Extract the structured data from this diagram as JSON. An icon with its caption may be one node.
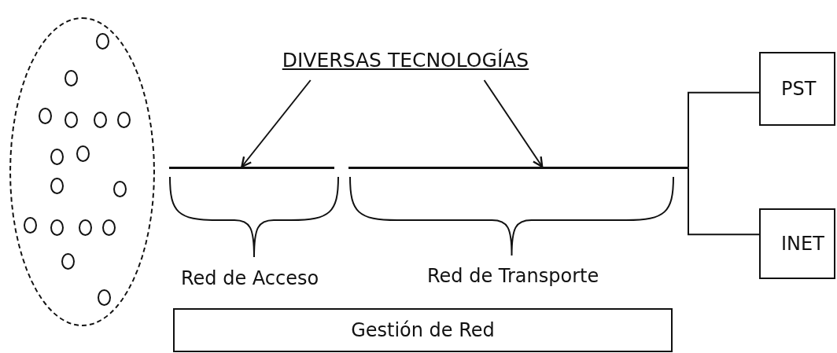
{
  "diagram": {
    "nodes": [
      {
        "text": [],
        "shape": "ellipse"
      },
      {
        "text": [],
        "shape": "circle",
        "in": 0
      },
      {
        "text": [],
        "shape": "circle",
        "in": 0
      },
      {
        "text": [],
        "shape": "circle",
        "in": 0
      },
      {
        "text": [],
        "shape": "circle",
        "in": 0
      },
      {
        "text": [],
        "shape": "circle",
        "in": 0
      },
      {
        "text": [],
        "shape": "circle",
        "in": 0
      },
      {
        "text": [],
        "shape": "circle",
        "in": 0
      },
      {
        "text": [],
        "shape": "circle",
        "in": 0
      },
      {
        "text": [],
        "shape": "circle",
        "in": 0
      },
      {
        "text": [],
        "shape": "circle",
        "in": 0
      },
      {
        "text": [],
        "shape": "circle",
        "in": 0
      },
      {
        "text": [],
        "shape": "circle",
        "in": 0
      },
      {
        "text": [],
        "shape": "circle",
        "in": 0
      },
      {
        "text": [],
        "shape": "circle",
        "in": 0
      },
      {
        "text": [],
        "shape": "circle",
        "in": 0
      },
      {
        "text": [],
        "shape": "circle",
        "in": 0
      },
      {
        "text": [
          "DIVERSAS TECNOLOGÍAS"
        ]
      },
      {
        "text": [
          "PST"
        ]
      },
      {
        "text": [],
        "shape": "line"
      },
      {
        "text": [],
        "shape": "line"
      },
      {
        "text": [
          "INET"
        ]
      },
      {
        "text": [
          "Gestión de Red"
        ]
      }
    ],
    "edges": [
      {
        "from": 17,
        "to": 19,
        "arrow": "to"
      },
      {
        "from": 17,
        "to": 20,
        "arrow": "to"
      },
      {
        "from": 20,
        "to": 18,
        "arrow": "none"
      },
      {
        "from": 20,
        "to": 21,
        "arrow": "none"
      }
    ],
    "labels": [
      "Red de Acceso",
      "Red de Transporte"
    ]
  }
}
